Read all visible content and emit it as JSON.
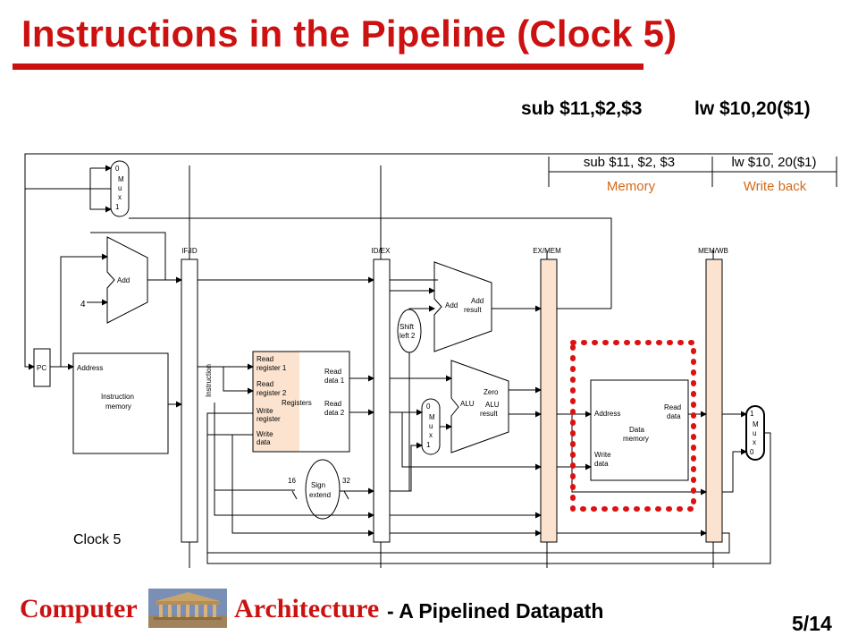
{
  "slide": {
    "title": "Instructions in the Pipeline (Clock 5)",
    "instr_mem_stage": "sub $11,$2,$3",
    "instr_wb_stage": "lw $10,20($1)",
    "page": "5/14"
  },
  "footer": {
    "course_word1": "Computer",
    "course_word2": "Architecture",
    "subtitle": "- A Pipelined Datapath"
  },
  "diagram": {
    "header_instr1": "sub $11, $2, $3",
    "header_instr2": "lw $10, 20($1)",
    "header_stage1": "Memory",
    "header_stage2": "Write back",
    "pipeline_regs": [
      "IF/ID",
      "ID/EX",
      "EX/MEM",
      "MEM/WB"
    ],
    "pc": "PC",
    "const_four": "4",
    "add_label": "Add",
    "mux_top": [
      "0",
      "M",
      "u",
      "x",
      "1"
    ],
    "mux_ex": [
      "0",
      "M",
      "u",
      "x",
      "1"
    ],
    "mux_wb": [
      "1",
      "M",
      "u",
      "x",
      "0"
    ],
    "instr_mem": {
      "address": "Address",
      "name1": "Instruction",
      "name2": "memory",
      "instruction": "Instruction"
    },
    "registers": {
      "read_reg1_a": "Read",
      "read_reg1_b": "register 1",
      "read_reg2_a": "Read",
      "read_reg2_b": "register 2",
      "write_reg_a": "Write",
      "write_reg_b": "register",
      "write_data_a": "Write",
      "write_data_b": "data",
      "name": "Registers",
      "read_data1_a": "Read",
      "read_data1_b": "data 1",
      "read_data2_a": "Read",
      "read_data2_b": "data 2"
    },
    "shift": {
      "a": "Shift",
      "b": "left 2"
    },
    "branch_add": {
      "name": "Add",
      "res_a": "Add",
      "res_b": "result"
    },
    "alu": {
      "name": "ALU",
      "zero": "Zero",
      "res_a": "ALU",
      "res_b": "result"
    },
    "sign_extend": {
      "a": "Sign",
      "b": "extend",
      "in_bits": "16",
      "out_bits": "32"
    },
    "data_mem": {
      "address": "Address",
      "read_a": "Read",
      "read_b": "data",
      "name1": "Data",
      "name2": "memory",
      "write_a": "Write",
      "write_b": "data"
    },
    "clock_label": "Clock 5",
    "colors": {
      "highlight": "#fbe3cf",
      "accent_red": "#cc1111",
      "header_orange": "#d46a1a"
    }
  }
}
